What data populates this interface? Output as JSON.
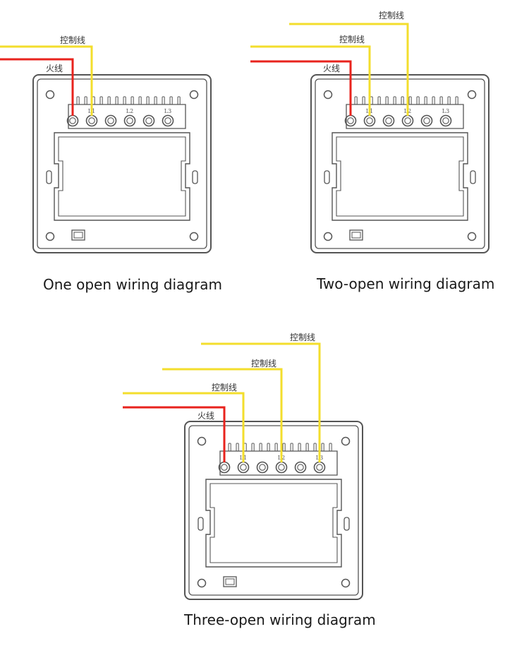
{
  "colors": {
    "live_wire": "#e8231d",
    "control_wire": "#f3de2c",
    "outline": "#555555",
    "panel_fill": "#ffffff"
  },
  "labels": {
    "live": "火线",
    "control": "控制线",
    "terminals": [
      "L1",
      "L2",
      "L3"
    ]
  },
  "diagrams": [
    {
      "caption": "One open wiring diagram",
      "gangs": 1
    },
    {
      "caption": "Two-open wiring diagram",
      "gangs": 2
    },
    {
      "caption": "Three-open wiring diagram",
      "gangs": 3
    }
  ]
}
